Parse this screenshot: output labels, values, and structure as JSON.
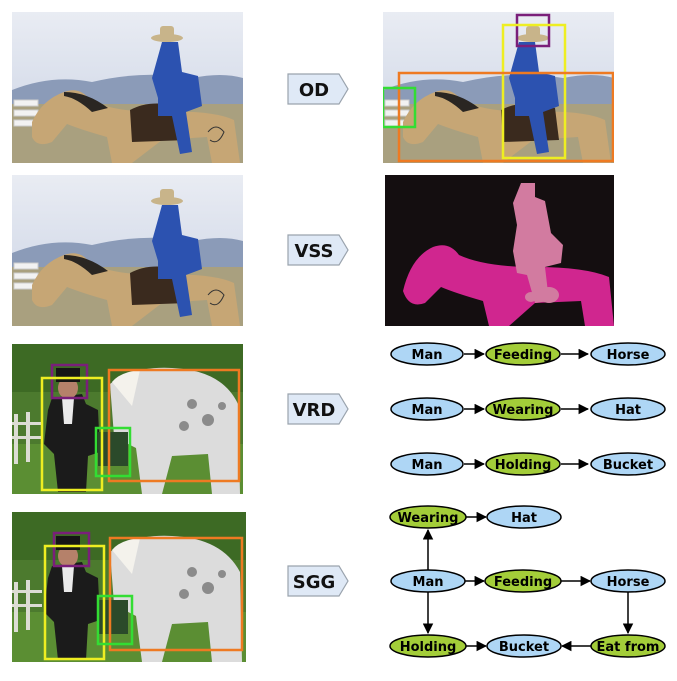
{
  "tags": {
    "od": "OD",
    "vss": "VSS",
    "vrd": "VRD",
    "sgg": "SGG"
  },
  "vrd_triplets": [
    {
      "subject": "Man",
      "predicate": "Feeding",
      "object": "Horse"
    },
    {
      "subject": "Man",
      "predicate": "Wearing",
      "object": "Hat"
    },
    {
      "subject": "Man",
      "predicate": "Holding",
      "object": "Bucket"
    }
  ],
  "sgg_nodes": {
    "wearing": "Wearing",
    "hat": "Hat",
    "man": "Man",
    "feeding": "Feeding",
    "horse": "Horse",
    "holding": "Holding",
    "bucket": "Bucket",
    "eat_from": "Eat from"
  },
  "colors": {
    "object_node": "#aed6f5",
    "predicate_node": "#a3cd39",
    "box_purple": "#7a1f7a",
    "box_yellow": "#eeee22",
    "box_orange": "#ee7a22",
    "box_green": "#33dd33",
    "seg_horse": "#d0268f",
    "seg_man": "#d27ba0",
    "tag_fill": "#dfe9f6"
  }
}
